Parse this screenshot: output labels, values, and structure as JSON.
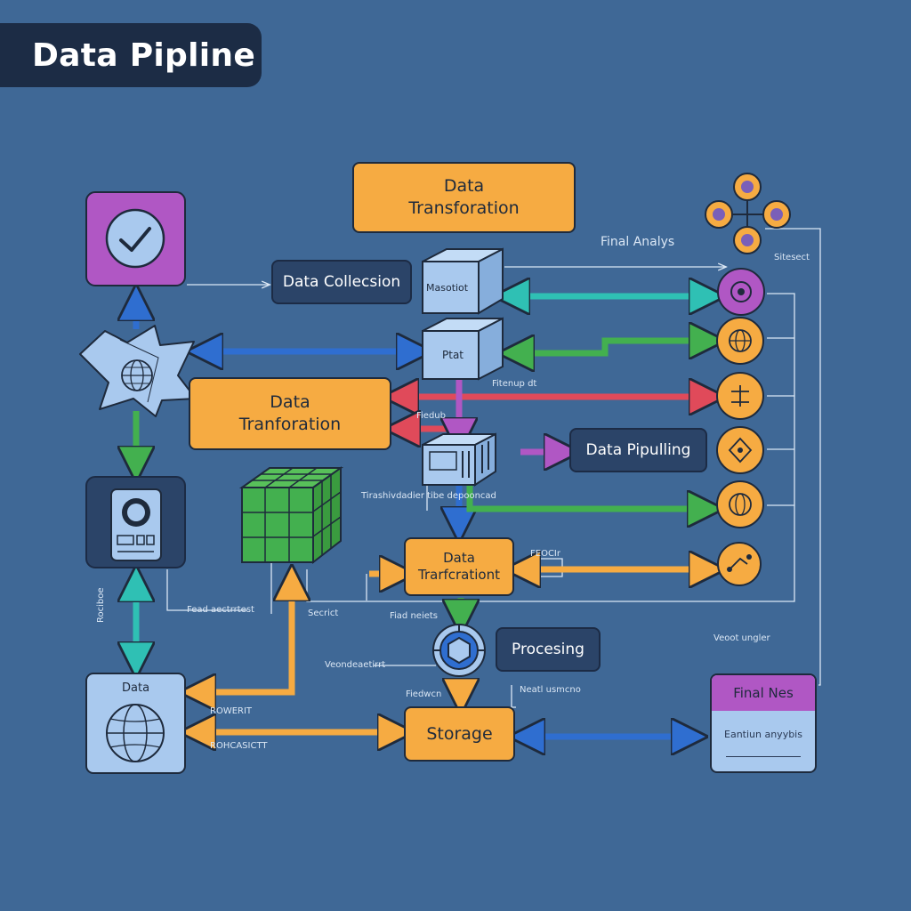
{
  "title": "Data Pipline",
  "nodes": {
    "transformation_top": "Data\nTransforation",
    "collection": "Data Collecsion",
    "transformation_left": "Data\nTranforation",
    "transformation_mid": "Data\nTrarfcrationt",
    "pipulling": "Data Pipulling",
    "processing": "Procesing",
    "storage": "Storage"
  },
  "cube_labels": {
    "cube1": "Masotiot",
    "cube2": "Ptat"
  },
  "left_column": {
    "data_label": "Data"
  },
  "labels": {
    "final_analysis": "Final Analys",
    "sitesect": "Sitesect",
    "fitenup": "Fitenup dt",
    "fiedub": "Fiedub",
    "threshold": "Tirashivdadier\ntibe depooncad",
    "feocir": "FEOCIr",
    "fead_aectrrtest": "Fead aectrrtest",
    "secrict": "Secrict",
    "fiad_neiets": "Fiad neiets",
    "vecot_ungler": "Veoot ungler",
    "veondeaetirrt": "Veondeaetirrt",
    "fiedwcn": "Fiedwcn",
    "neatl": "Neatl\nusmcno",
    "rowerit": "ROWERIT",
    "rohcasictt": "ROHCASICTT",
    "vertical": "Rociboe"
  },
  "final_box": {
    "header": "Final Nes",
    "body": "Eantiun anyybis"
  },
  "colors": {
    "background": "#3f6896",
    "orange": "#f6ab42",
    "dark_node": "#2b4468",
    "purple": "#b057c4",
    "green": "#43b04f",
    "teal": "#2fc0b4",
    "blue": "#2f6ed0",
    "red": "#e04a5a",
    "light_blue": "#a9c9ee"
  },
  "icons": {
    "check_tile": "check-circle-icon",
    "globe_star": "globe-icon",
    "device": "camera-device-icon",
    "globe_tile": "globe-icon",
    "green_cube": "grid-cube-icon",
    "network_cluster": "network-nodes-icon",
    "hub": "hexagon-hub-icon"
  }
}
